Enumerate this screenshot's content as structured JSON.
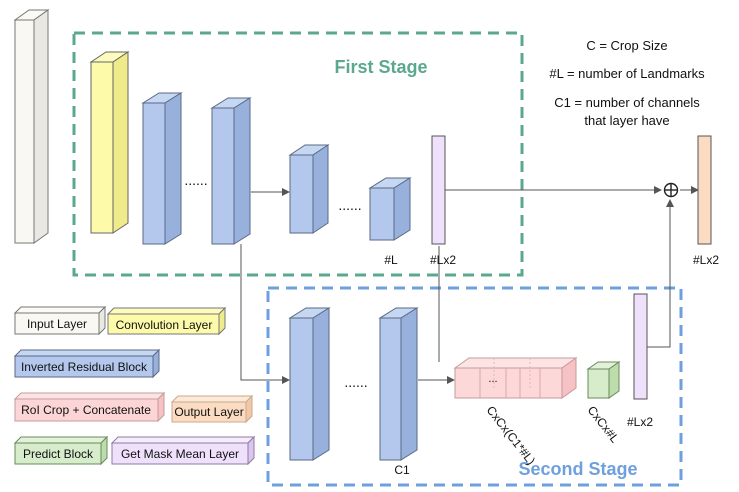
{
  "colors": {
    "input": "#f9f8f2",
    "conv": "#fdfaa9",
    "inv_res": "#b3c8ec",
    "roi": "#fcd6d7",
    "output": "#fbdcc3",
    "predict": "#d6eccb",
    "mask_mean": "#efe0fb",
    "stage1": "#5aa88f",
    "stage2": "#6e9fde"
  },
  "stages": {
    "first": "First Stage",
    "second": "Second Stage"
  },
  "notes": {
    "crop_size": "C = Crop Size",
    "landmarks": "#L = number of Landmarks",
    "channels_line1": "C1 = number of channels",
    "channels_line2": "that layer have"
  },
  "labels": {
    "first_L": "#L",
    "first_Lx2": "#Lx2",
    "output_Lx2": "#Lx2",
    "second_Lx2": "#Lx2",
    "c1": "C1",
    "cxcx_c1l": "CxCx(C1*#L)",
    "cxcx_l": "CxCx#L"
  },
  "ellipsis": "......",
  "ellipsis_roi": "...",
  "sum_symbol": "⊕",
  "legend": {
    "input_layer": "Input Layer",
    "convolution_layer": "Convolution Layer",
    "inverted_residual_block": "Inverted Residual Block",
    "roi_crop": "RoI Crop + Concatenate",
    "output_layer": "Output Layer",
    "predict_block": "Predict Block",
    "mask_mean_layer": "Get Mask Mean Layer"
  }
}
